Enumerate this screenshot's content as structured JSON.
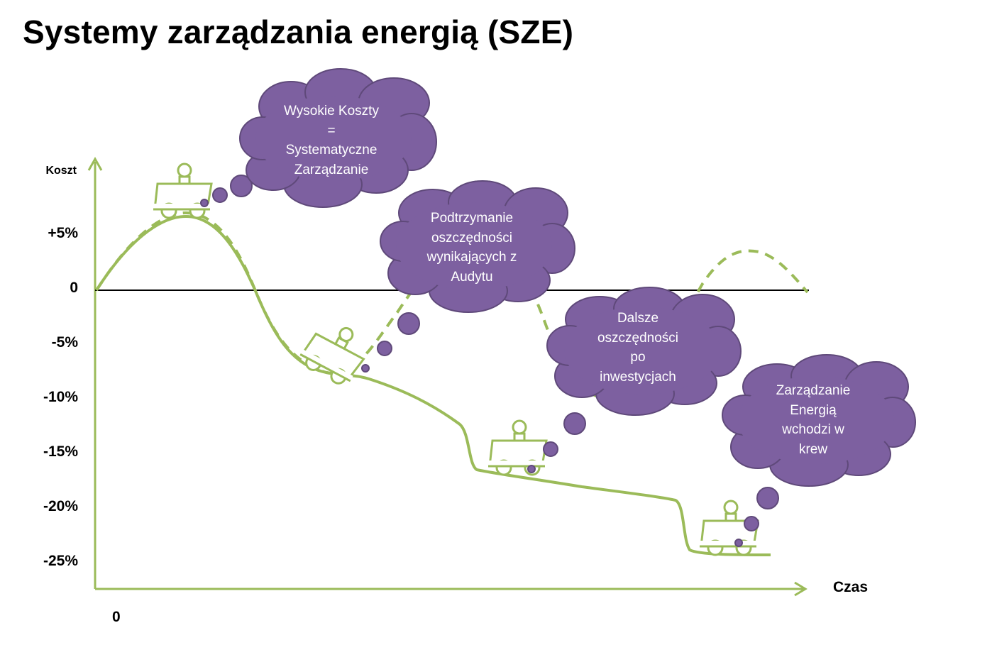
{
  "title": "Systemy zarządzania energią (SZE)",
  "axis": {
    "y_label": "Koszt",
    "x_label": "Czas",
    "origin_label": "0",
    "y_ticks": [
      "+5%",
      "0",
      "-5%",
      "-10%",
      "-15%",
      "-20%",
      "-25%"
    ]
  },
  "clouds": [
    {
      "lines": [
        "Wysokie Koszty",
        "=",
        "Systematyczne",
        "Zarządzanie"
      ]
    },
    {
      "lines": [
        "Podtrzymanie",
        "oszczędności",
        "wynikających z",
        "Audytu"
      ]
    },
    {
      "lines": [
        "Dalsze",
        "oszczędności",
        "po",
        "inwestycjach"
      ]
    },
    {
      "lines": [
        "Zarządzanie",
        "Energią",
        "wchodzi w",
        "krew"
      ]
    }
  ],
  "colors": {
    "curve": "#9bbb59",
    "cloud_fill": "#7d60a0",
    "cloud_stroke": "#5f497a",
    "baseline": "#000000"
  }
}
